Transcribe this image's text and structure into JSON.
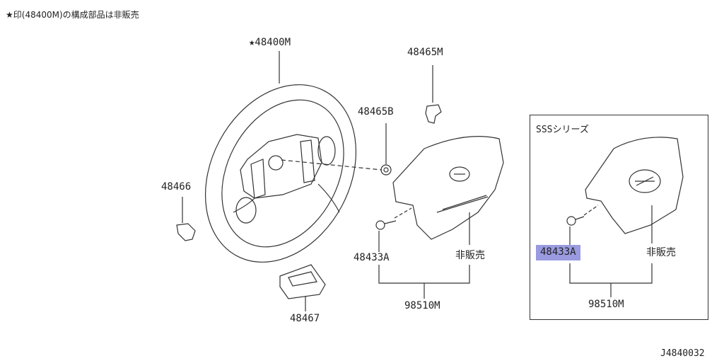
{
  "note": "★印(48400M)の構成部品は非販売",
  "drawing_id": "J4840032",
  "callouts": {
    "wheel": "★48400M",
    "clip_top": "48465M",
    "nut": "48465B",
    "left_clip": "48466",
    "bolt": "48433A",
    "not_sold": "非販売",
    "bracket": "48467",
    "airbag": "98510M"
  },
  "inset": {
    "title": "SSSシリーズ",
    "bolt": "48433A",
    "not_sold": "非販売",
    "airbag": "98510M"
  },
  "colors": {
    "line": "#333333",
    "highlight": "#9a9ae0"
  }
}
